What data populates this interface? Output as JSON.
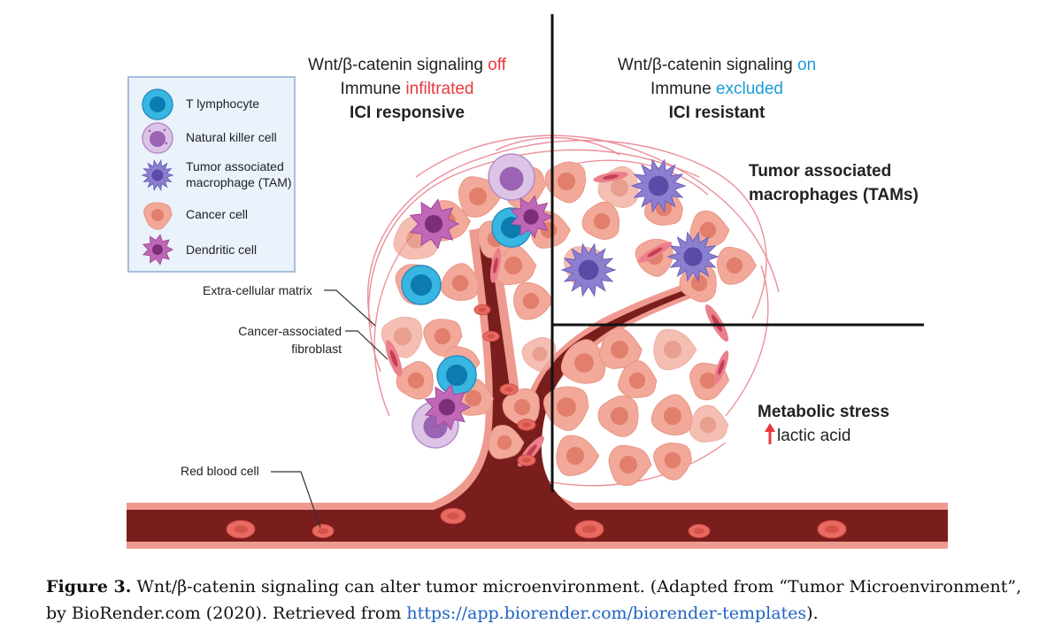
{
  "header_left": {
    "line1_pre": "Wnt/β-catenin signaling ",
    "line1_hl": "off",
    "line2_pre": "Immune ",
    "line2_hl": "infiltrated",
    "line3": "ICI responsive"
  },
  "header_right": {
    "line1_pre": "Wnt/β-catenin signaling ",
    "line1_hl": "on",
    "line2_pre": "Immune ",
    "line2_hl": "excluded",
    "line3": "ICI resistant"
  },
  "legend": {
    "items": [
      {
        "label": "T lymphocyte"
      },
      {
        "label": "Natural killer cell"
      },
      {
        "label": "Tumor associated",
        "label2": "macrophage (TAM)"
      },
      {
        "label": "Cancer cell"
      },
      {
        "label": "Dendritic cell"
      }
    ]
  },
  "annotations": {
    "ecm": "Extra-cellular matrix",
    "caf_line1": "Cancer-associated",
    "caf_line2": "fibroblast",
    "rbc": "Red blood cell"
  },
  "right_labels": {
    "tam_line1": "Tumor associated",
    "tam_line2": "macrophages (TAMs)",
    "metabolic": "Metabolic stress",
    "lactic_arrow": "↑",
    "lactic": "lactic acid"
  },
  "caption": {
    "figure_label": "Figure 3.",
    "text1": " Wnt/β-catenin signaling can alter tumor microenvironment. (Adapted from “Tumor Microenvironment”, by BioRender.com (2020). Retrieved from ",
    "link": "https://app.biorender.com/biorender-templates",
    "text2": ")."
  },
  "colors": {
    "vessel": "#7a1d1d",
    "vessel_edge": "#ef9a8f",
    "cancer_cell": "#f2a99a",
    "cancer_nucleus": "#e27f6c",
    "t_cell": "#38b6e2",
    "t_nucleus": "#0b7bb0",
    "nk_cell": "#c9a6d8",
    "nk_nucleus": "#9a63b4",
    "tam": "#8c7fd0",
    "tam_nucleus": "#5b4aa6",
    "dendritic": "#c067b8",
    "dendritic_nucleus": "#7c2f78",
    "rbc": "#e86a60",
    "off": "#e8383d",
    "on": "#1a9bd8"
  }
}
